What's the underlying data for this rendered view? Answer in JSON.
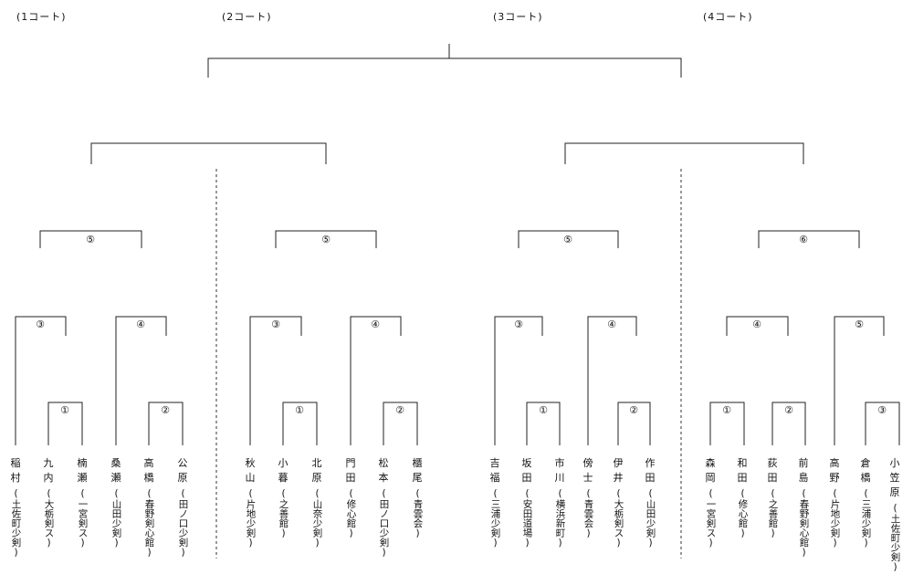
{
  "courts": [
    "(1コート)",
    "(2コート)",
    "(3コート)",
    "(4コート)"
  ],
  "match_numbers": {
    "court1": [
      "⑤",
      "③",
      "④",
      "①",
      "②"
    ],
    "court2": [
      "⑤",
      "③",
      "④",
      "①",
      "②"
    ],
    "court3": [
      "⑤",
      "③",
      "④",
      "①",
      "②"
    ],
    "court4": [
      "⑥",
      "④",
      "⑤",
      "①",
      "②",
      "③"
    ]
  },
  "players": [
    {
      "name": "稲村",
      "club": "(土佐町少剣)"
    },
    {
      "name": "九内",
      "club": "(大栃剣ス)"
    },
    {
      "name": "楠瀬",
      "club": "(一宮剣ス)"
    },
    {
      "name": "桑瀬",
      "club": "(山田少剣)"
    },
    {
      "name": "高橋",
      "club": "(春野剣心館)"
    },
    {
      "name": "公原",
      "club": "(田ノ口少剣)"
    },
    {
      "name": "秋山",
      "club": "(片地少剣)"
    },
    {
      "name": "小暮",
      "club": "(之善館)"
    },
    {
      "name": "北原",
      "club": "(山奈少剣)"
    },
    {
      "name": "門田",
      "club": "(修心館)"
    },
    {
      "name": "松本",
      "club": "(田ノ口少剣)"
    },
    {
      "name": "櫃尾",
      "club": "(青雲会)"
    },
    {
      "name": "吉福",
      "club": "(三浦少剣)"
    },
    {
      "name": "坂田",
      "club": "(安田道場)"
    },
    {
      "name": "市川",
      "club": "(横浜新町)"
    },
    {
      "name": "傍士",
      "club": "(青雲会)"
    },
    {
      "name": "伊井",
      "club": "(大栃剣ス)"
    },
    {
      "name": "作田",
      "club": "(山田少剣)"
    },
    {
      "name": "森岡",
      "club": "(一宮剣ス)"
    },
    {
      "name": "和田",
      "club": "(修心館)"
    },
    {
      "name": "荻田",
      "club": "(之善館)"
    },
    {
      "name": "前島",
      "club": "(春野剣心館)"
    },
    {
      "name": "高野",
      "club": "(片地少剣)"
    },
    {
      "name": "倉橋",
      "club": "(三浦少剣)"
    },
    {
      "name": "小笠原",
      "club": "(土佐町少剣)"
    }
  ]
}
